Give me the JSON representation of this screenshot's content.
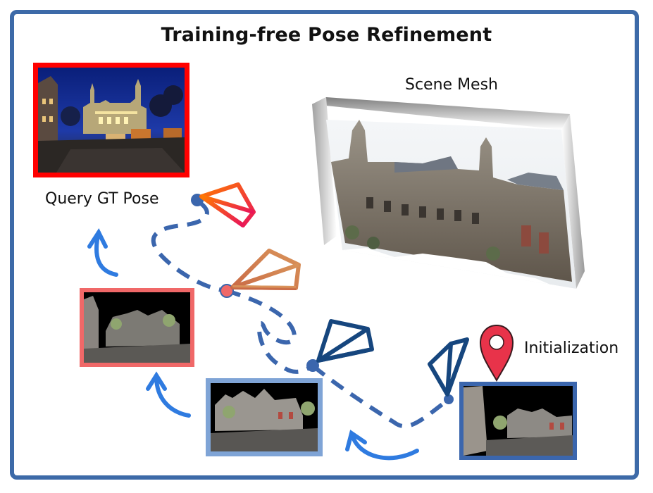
{
  "title": "Training-free Pose Refinement",
  "labels": {
    "scene_mesh": "Scene Mesh",
    "query_gt_pose": "Query GT Pose",
    "initialization": "Initialization"
  },
  "colors": {
    "frame_border": "#3d6aa8",
    "query_border": "#ff0000",
    "step1_border": "#f06868",
    "step2_border": "#7fa4d6",
    "init_border": "#3b66ad",
    "path_dashes": "#3b66ad",
    "arrows": "#2f7be0",
    "pin": "#e8334a"
  }
}
